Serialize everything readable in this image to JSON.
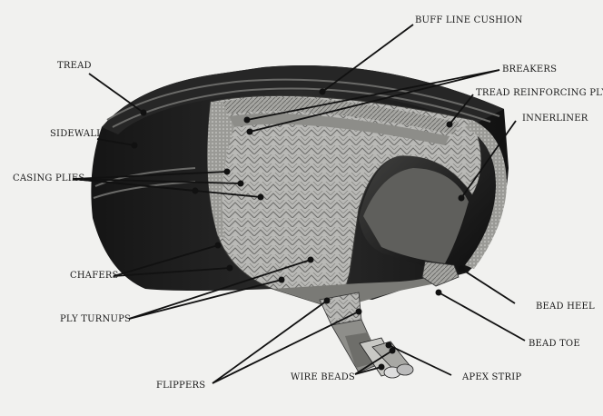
{
  "labels": {
    "buff_line_cushion": "BUFF LINE CUSHION",
    "tread": "TREAD",
    "breakers": "BREAKERS",
    "tread_reinforcing_ply": "TREAD REINFORCING PLY",
    "sidewall": "SIDEWALL",
    "innerliner": "INNERLINER",
    "casing_plies": "CASING PLIES",
    "chafers": "CHAFERS",
    "bead_heel": "BEAD HEEL",
    "ply_turnups": "PLY TURNUPS",
    "bead_toe": "BEAD TOE",
    "flippers": "FLIPPERS",
    "wire_beads": "WIRE BEADS",
    "apex_strip": "APEX STRIP"
  }
}
